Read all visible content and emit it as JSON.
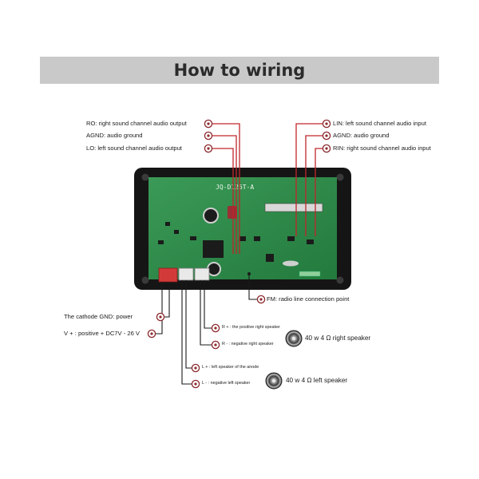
{
  "banner": {
    "title": "How to wiring"
  },
  "board": {
    "model": "JQ-D126T-A"
  },
  "labels": {
    "ro": "RO: right sound channel audio output",
    "agnd_left": "AGND: audio ground",
    "lo": "LO: left sound channel audio output",
    "lin": "LIN: left sound channel audio input",
    "agnd_right": "AGND: audio ground",
    "rin": "RIN: right sound channel audio input",
    "fm": "FM: radio line connection point",
    "cathode_gnd": "The cathode GND: power",
    "v_plus": "V + : positive + DC7V - 26 V",
    "r_plus": "R + : the positive right speaker",
    "r_minus": "R - : negative right speaker",
    "l_plus": "L + : left speaker of the anode",
    "l_minus": "L - : negative left speaker",
    "right_speaker": "40 w 4 Ω right speaker",
    "left_speaker": "40 w 4 Ω left speaker"
  },
  "colors": {
    "banner_bg": "#c9c9c9",
    "wire_red": "#c0262b",
    "pcb_green": "#2f8a4a",
    "board_black": "#151515"
  },
  "icons": [
    "terminal-ring-icon",
    "speaker-icon"
  ]
}
